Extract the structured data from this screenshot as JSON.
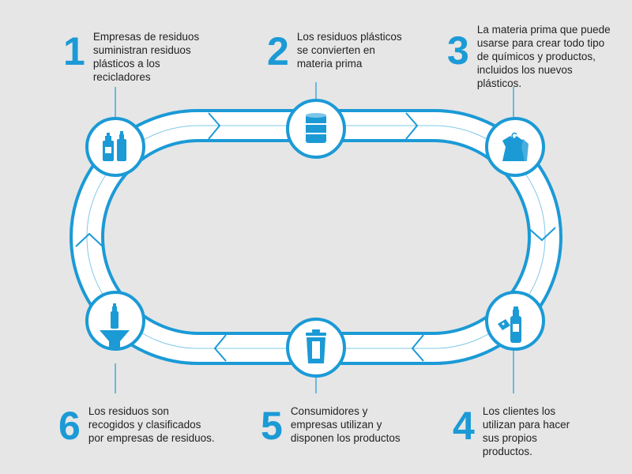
{
  "colors": {
    "accent": "#1b9ad6",
    "track": "#ffffff",
    "background": "#e6e6e6",
    "text": "#222222"
  },
  "steps": [
    {
      "number": "1",
      "text": "Empresas de residuos suministran residuos plásticos a los recicladores",
      "icon": "bottles-icon"
    },
    {
      "number": "2",
      "text": "Los residuos plásticos se convierten en materia prima",
      "icon": "barrel-icon"
    },
    {
      "number": "3",
      "text": "La materia prima que puede usarse para crear todo tipo de químicos y productos, incluidos los nuevos plásticos.",
      "icon": "clothes-icon"
    },
    {
      "number": "4",
      "text": "Los clientes los utilizan para hacer sus propios productos.",
      "icon": "bottle-tag-icon"
    },
    {
      "number": "5",
      "text": "Consumidores y empresas utilizan y disponen los productos",
      "icon": "trash-bin-icon"
    },
    {
      "number": "6",
      "text": "Los residuos son recogidos y clasificados por empresas de residuos.",
      "icon": "funnel-bottle-icon"
    }
  ]
}
